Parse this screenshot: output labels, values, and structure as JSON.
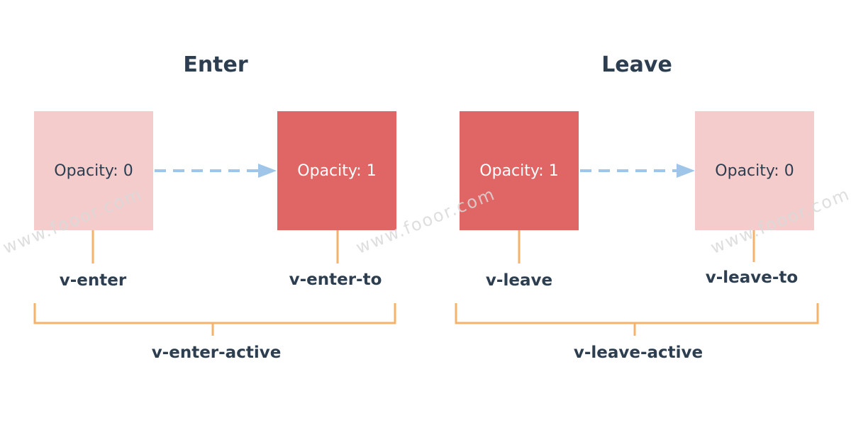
{
  "colors": {
    "faded_box": "#f4cccc",
    "solid_box": "#e06666",
    "text_dark": "#2c3e50",
    "text_light": "#ffffff",
    "bracket": "#f4b26a",
    "arrow": "#9fc5e8",
    "watermark": "#d9d9d9"
  },
  "watermark": "www.fooor.com",
  "enter": {
    "heading": "Enter",
    "from_box": "Opacity: 0",
    "to_box": "Opacity: 1",
    "from_label": "v-enter",
    "to_label": "v-enter-to",
    "active_label": "v-enter-active"
  },
  "leave": {
    "heading": "Leave",
    "from_box": "Opacity: 1",
    "to_box": "Opacity: 0",
    "from_label": "v-leave",
    "to_label": "v-leave-to",
    "active_label": "v-leave-active"
  }
}
